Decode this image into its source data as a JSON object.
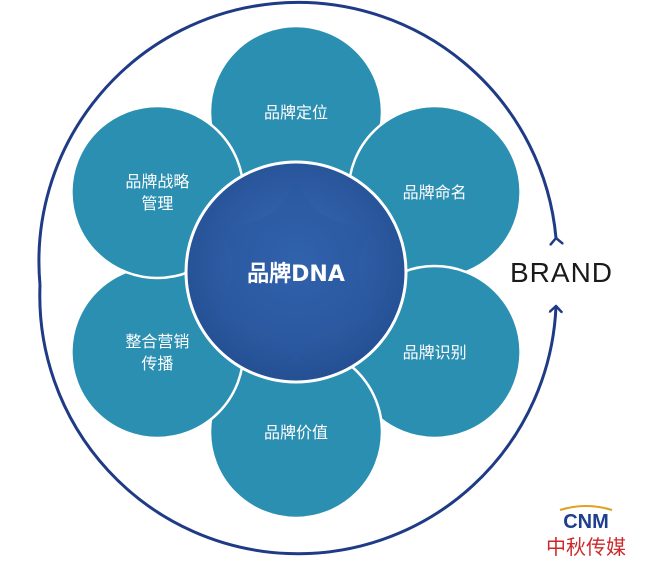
{
  "center": {
    "label": "品牌DNA"
  },
  "petals": [
    {
      "lines": [
        "品牌定位"
      ]
    },
    {
      "lines": [
        "品牌命名"
      ]
    },
    {
      "lines": [
        "品牌识别"
      ]
    },
    {
      "lines": [
        "品牌价值"
      ]
    },
    {
      "lines": [
        "整合营销",
        "传播"
      ]
    },
    {
      "lines": [
        "品牌战略",
        "管理"
      ]
    }
  ],
  "brand": {
    "label": "BRAND"
  },
  "logo": {
    "mark": "CNM",
    "name": "中秋传媒"
  },
  "colors": {
    "petal": "#2b8fb2",
    "petal_stroke": "#ffffff",
    "center": "#2f5fa8",
    "center_dark": "#264f92",
    "ring": "#1f3b86"
  }
}
